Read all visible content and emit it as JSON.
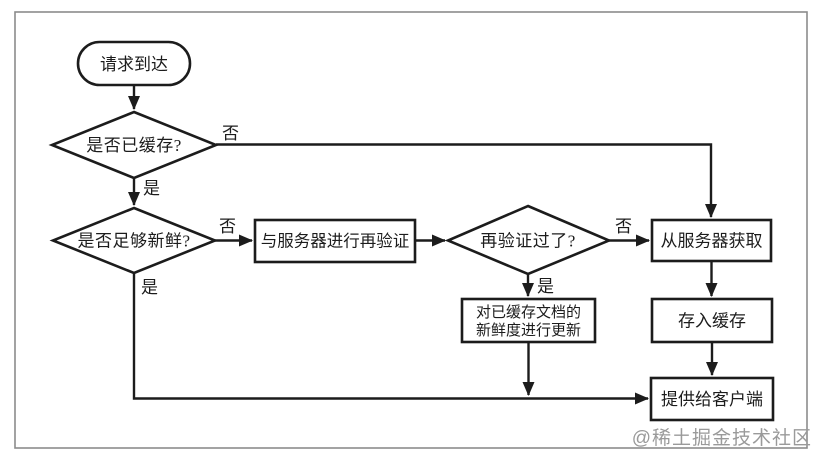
{
  "nodes": {
    "start": {
      "label": "请求到达"
    },
    "cached": {
      "label": "是否已缓存?"
    },
    "fresh": {
      "label": "是否足够新鲜?"
    },
    "revalidate": {
      "label": "与服务器进行再验证"
    },
    "revalidate_ok": {
      "label": "再验证过了?"
    },
    "fetch": {
      "label": "从服务器获取"
    },
    "update": {
      "line1": "对已缓存文档的",
      "line2": "新鲜度进行更新"
    },
    "store": {
      "label": "存入缓存"
    },
    "serve": {
      "label": "提供给客户端"
    }
  },
  "edge_labels": {
    "yes": "是",
    "no": "否"
  },
  "watermark": {
    "text": "@稀土掘金技术社区"
  },
  "colors": {
    "stroke": "#1c1c1c",
    "text": "#1c1c1c",
    "frame": "#8c8c8c",
    "background": "#ffffff",
    "watermark": "#9a9a9a"
  }
}
